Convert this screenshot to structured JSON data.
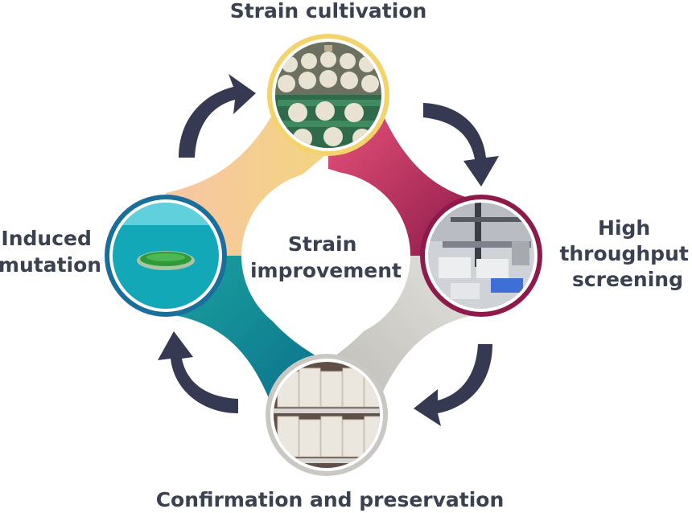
{
  "diagram": {
    "center_label": [
      "Strain",
      "improvement"
    ],
    "stages": [
      {
        "id": "strain-cultivation",
        "label": [
          "Strain cultivation"
        ],
        "color": "#f5c98a",
        "ring_color": "#f3d46c",
        "photo": "shake-flask-incubator-photo"
      },
      {
        "id": "high-throughput-screening",
        "label": [
          "High",
          "throughput",
          "screening"
        ],
        "color": "#a61c57",
        "ring_color": "#8e1a4c",
        "photo": "automated-lab-robot-photo"
      },
      {
        "id": "confirmation-and-preservation",
        "label": [
          "Confirmation and preservation"
        ],
        "color": "#d9d8d2",
        "ring_color": "#c9c8c2",
        "photo": "storage-shelves-photo"
      },
      {
        "id": "induced-mutation",
        "label": [
          "Induced",
          "mutation"
        ],
        "color": "#0f8f93",
        "ring_color": "#1a6f9a",
        "photo": "petri-dish-photo"
      }
    ],
    "arrow_color": "#353a52",
    "label_color": "#3a4150"
  }
}
